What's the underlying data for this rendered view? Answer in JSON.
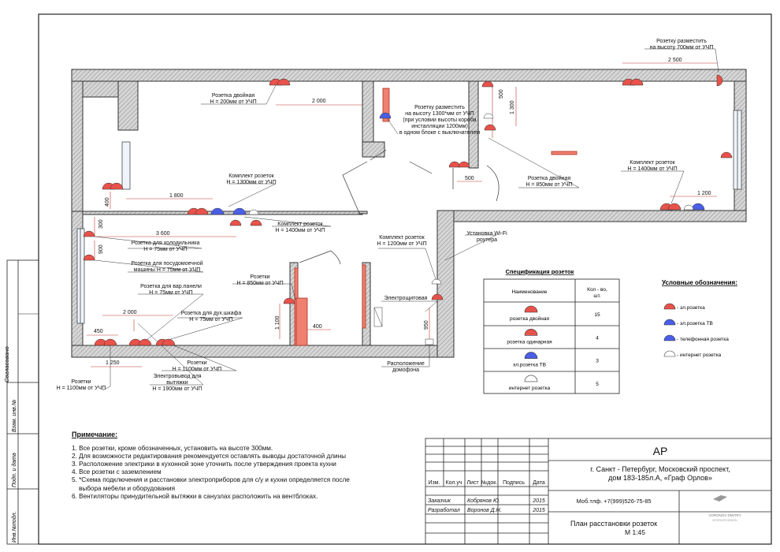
{
  "stamp": {
    "code": "АР",
    "address_line1": "г. Санкт - Петербург, Московский проспект,",
    "address_line2": "дом 183-185л.А, «Граф Орлов»",
    "phone": "Моб.тлф. +7(999)526-75-85",
    "drawing_title": "План расстановки розеток",
    "scale": "М 1:45",
    "logo_line1": "VORONOV DMITRY",
    "logo_line2": "INTERIOR DESIGN",
    "col_headers": [
      "Изм.",
      "Кол.уч",
      "Лист",
      "№док.",
      "Подпись",
      "Дата"
    ],
    "role1": "Заказчик",
    "name1": "Кобрянов Ю.",
    "year1": "2015",
    "role2": "Разработал",
    "name2": "Воронов Д.Н.",
    "year2": "2015"
  },
  "side_stamp": [
    "Согласовано",
    "Взам. инв.№",
    "Подп. и дата",
    "Инв.№подл."
  ],
  "notes": {
    "heading": "Примечание:",
    "items": [
      "1. Все розетки, кроме обозначенных, установить на высоте 300мм.",
      "2. Для возможности редактирования рекомендуется оставлять выводы достаточной длины",
      "3. Расположение электрики в кухонной зоне уточнить после утверждения проекта кухни",
      "4. Все розетки с заземлением",
      "5. *Схема подключения и расстановки электроприборов для с/у и кухни определяется после",
      "выбора мебели и оборудования",
      "6. Вентиляторы принудительной вытяжки в санузлах расположить на вентблоках."
    ]
  },
  "spec": {
    "title": "Спецификация розеток",
    "col_name": "Наименование",
    "col_qty_1": "Кол - во,",
    "col_qty_2": "шт.",
    "rows": [
      {
        "name": "розетка двойная",
        "qty": "15",
        "color": "#e8524a"
      },
      {
        "name": "розетка одинарная",
        "qty": "4",
        "color": "#e8524a"
      },
      {
        "name": "эл.розетка ТВ",
        "qty": "3",
        "color": "#4a5ee8"
      },
      {
        "name": "интернет розетка",
        "qty": "5",
        "color": "#ffffff"
      }
    ]
  },
  "legend": {
    "title": "Условные обозначения:",
    "items": [
      {
        "label": "- эл.розетка",
        "color": "#e8524a"
      },
      {
        "label": "- эл.розетка ТВ",
        "color": "#4a5ee8"
      },
      {
        "label": "- телефонная розетка",
        "color": "#4a5ee8"
      },
      {
        "label": "- интернет розетка",
        "color": "#ffffff"
      }
    ]
  },
  "labels": {
    "top_right_1": "Розетку разместить",
    "top_right_2": "на высоту 700мм от УЧП",
    "dbl1_1": "Розетка двойная",
    "dbl1_2": "Н = 200мм от УЧП",
    "mid_1": "Розетку разместить",
    "mid_2": "на высоту 1300*мм от УЧП",
    "mid_3": "(при условии высоты короба",
    "mid_4": "инсталляции 1200мм)",
    "mid_5": "в одном блоке с выключателем",
    "dbl2_1": "Розетка двойная",
    "dbl2_2": "Н = 850мм от УЧП",
    "kit1_1": "Комплект розеток",
    "kit1_2": "Н = 1400мм от УЧП",
    "kit2_1": "Комплект розеток",
    "kit2_2": "Н = 1300мм от УЧП",
    "kit3_1": "Комплект розеток",
    "kit3_2": "Н = 1400мм от УЧП",
    "kit4_1": "Комплект розеток",
    "kit4_2": "Н = 1200мм от УЧП",
    "wifi_1": "Установка Wi-Fi",
    "wifi_2": "роутера",
    "fridge_1": "Розетка для холодильника",
    "fridge_2": "Н = 75мм от УЧП",
    "dish_1": "Розетка для посудомоечной",
    "dish_2": "машины Н = 75мм от УЧП",
    "hob_1": "Розетка для вар.панели",
    "hob_2": "Н = 75мм от УЧП",
    "oven_1": "Розетка для дух.шкафа",
    "oven_2": "Н = 75мм от УЧП",
    "sock850_1": "Розетки",
    "sock850_2": "Н = 850мм от УЧП",
    "panel": "Электрощитовая",
    "sock1100a_1": "Розетки",
    "sock1100a_2": "Н = 1100мм от УЧП",
    "sock1100b_1": "Розетки",
    "sock1100b_2": "Н = 1100мм от УЧП",
    "hood_1": "Электровывод для",
    "hood_2": "вытяжки",
    "hood_3": "Н = 1900мм от УЧП",
    "intercom_1": "Расположение",
    "intercom_2": "домофона"
  },
  "dims": {
    "d2500": "2 500",
    "d2000a": "2 000",
    "d500a": "500",
    "d1300": "1 300",
    "d500b": "500",
    "d1200": "1 200",
    "d1800": "1 800",
    "d400a": "400",
    "d300": "300",
    "d3600": "3 600",
    "d900": "900",
    "d2000b": "2 000",
    "d450": "450",
    "d1250": "1 250",
    "d1100": "1 100",
    "d400b": "400",
    "d950": "950"
  }
}
